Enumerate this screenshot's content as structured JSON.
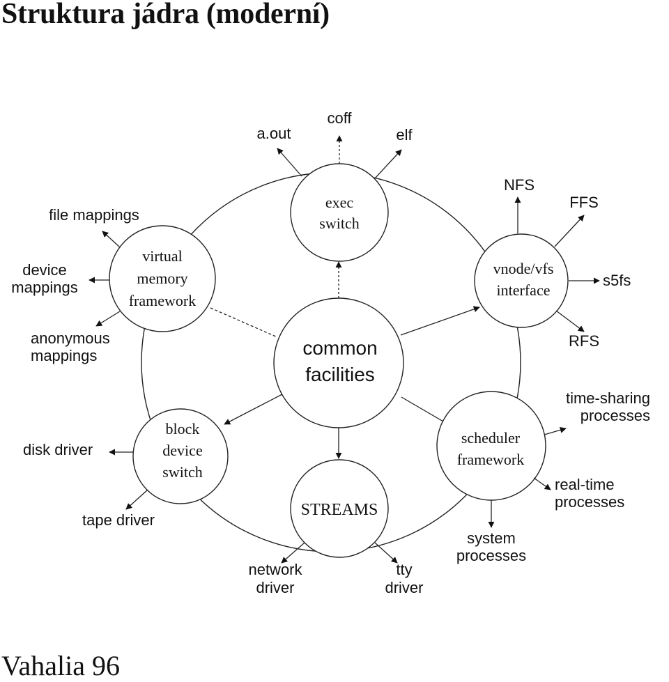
{
  "title": "Struktura jádra (moderní)",
  "footer": "Vahalia 96",
  "nodes": {
    "exec": [
      "exec",
      "switch"
    ],
    "vm": [
      "virtual",
      "memory",
      "framework"
    ],
    "vnode": [
      "vnode/vfs",
      "interface"
    ],
    "common": [
      "common",
      "facilities"
    ],
    "block": [
      "block",
      "device",
      "switch"
    ],
    "streams": [
      "STREAMS"
    ],
    "sched": [
      "scheduler",
      "framework"
    ]
  },
  "labels": {
    "aout": [
      "a.out"
    ],
    "coff": [
      "coff"
    ],
    "elf": [
      "elf"
    ],
    "file_mappings": [
      "file mappings"
    ],
    "device_mappings": [
      "device",
      "mappings"
    ],
    "anon_mappings": [
      "anonymous",
      "mappings"
    ],
    "nfs": [
      "NFS"
    ],
    "ffs": [
      "FFS"
    ],
    "s5fs": [
      "s5fs"
    ],
    "rfs": [
      "RFS"
    ],
    "time_sharing": [
      "time-sharing",
      "processes"
    ],
    "real_time": [
      "real-time",
      "processes"
    ],
    "system_proc": [
      "system",
      "processes"
    ],
    "disk_driver": [
      "disk driver"
    ],
    "tape_driver": [
      "tape driver"
    ],
    "network_driver": [
      "network",
      "driver"
    ],
    "tty_driver": [
      "tty",
      "driver"
    ]
  }
}
